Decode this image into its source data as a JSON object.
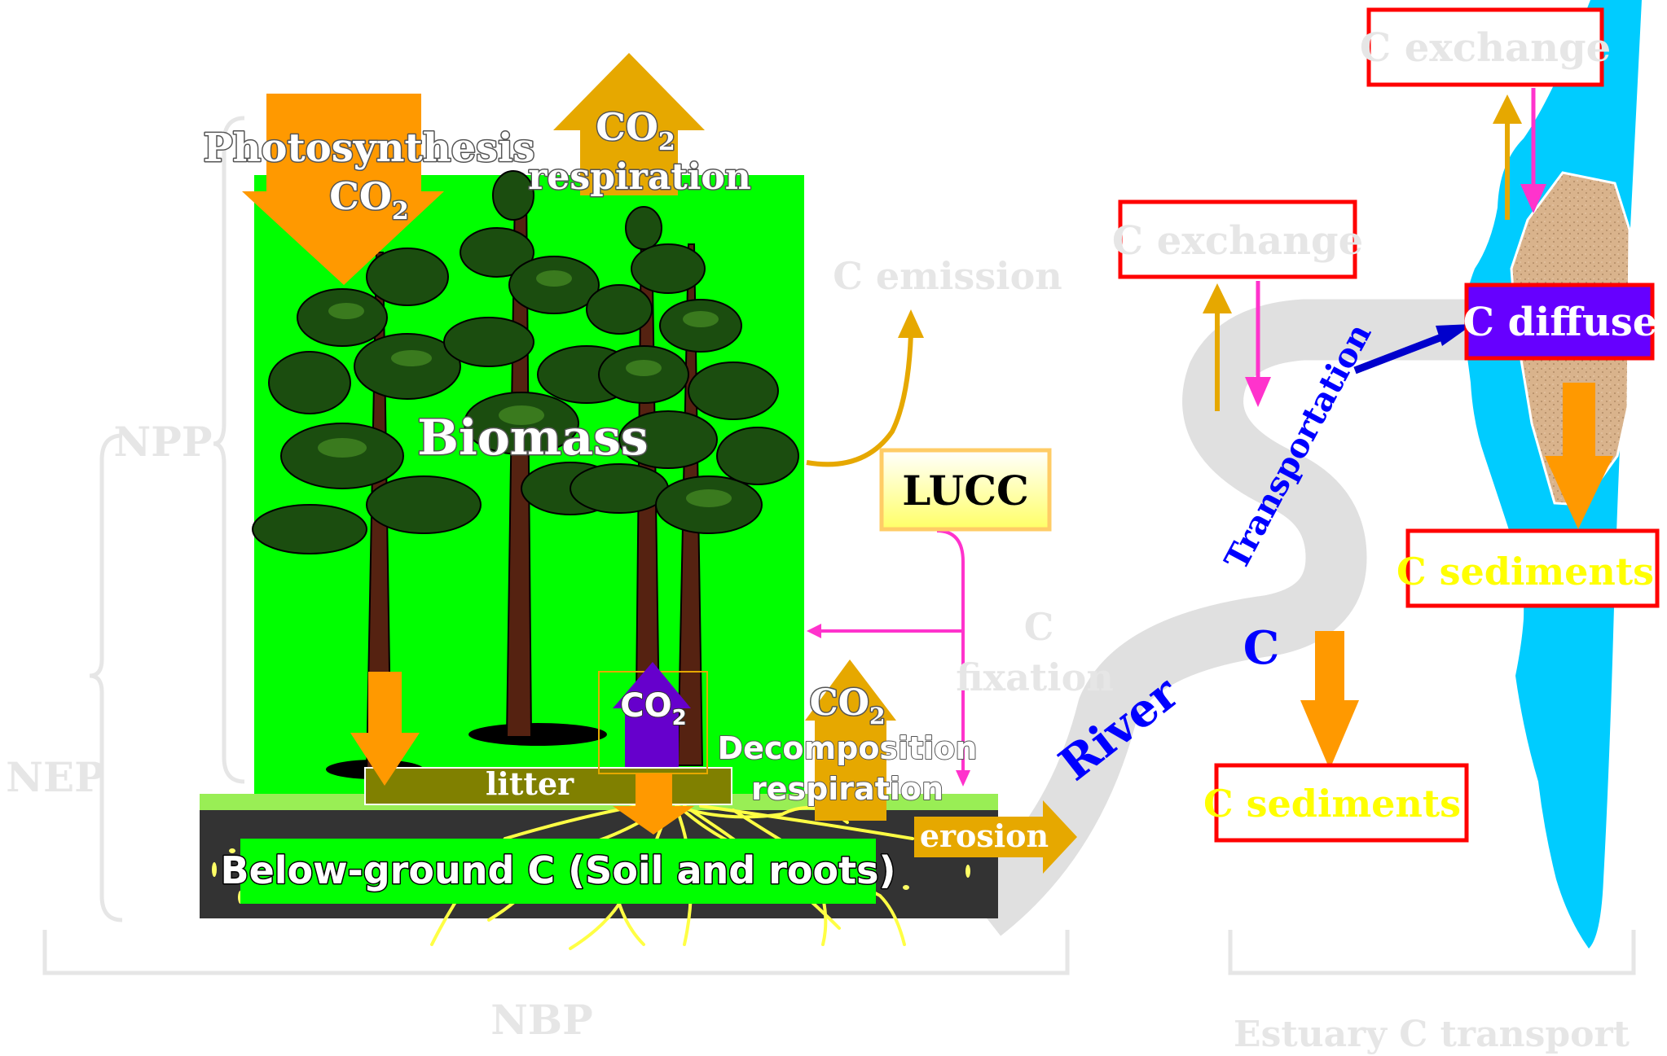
{
  "labels": {
    "photosynthesis": "Photosynthesis",
    "co2": "CO",
    "sub2": "2",
    "respiration": "respiration",
    "biomass": "Biomass",
    "c_emission": "C emission",
    "lucc": "LUCC",
    "c_fixation_1": "C",
    "c_fixation_2": "fixation",
    "decomposition": "Decomposition",
    "decomposition_respiration": "respiration",
    "litter": "litter",
    "below_ground": "Below-ground C (Soil and roots)",
    "erosion": "erosion",
    "river": "River",
    "river_c": "C",
    "transportation": "Transportation",
    "c_exchange_river": "C exchange",
    "c_sediments_river": "C sediments",
    "c_exchange_estuary": "C exchange",
    "c_diffuse": "C diffuse",
    "c_sediments_estuary": "C sediments",
    "npp": "NPP",
    "nep": "NEP",
    "nbp": "NBP",
    "estuary_c_transport": "Estuary C transport"
  },
  "colors": {
    "forest_green": "#00ff00",
    "flux_orange": "#ff9900",
    "flux_gold": "#e6a800",
    "pink": "#ff33cc",
    "soil": "#333333",
    "litter": "#808000",
    "river_gray": "#e0e0e0",
    "estuary_blue": "#00ccff",
    "sediment": "#d9b38c",
    "box_red": "#ff0000",
    "diffuse_purple": "#6600ff",
    "label_blue": "#0000ff",
    "bracket_gray": "#e6e6e6"
  }
}
